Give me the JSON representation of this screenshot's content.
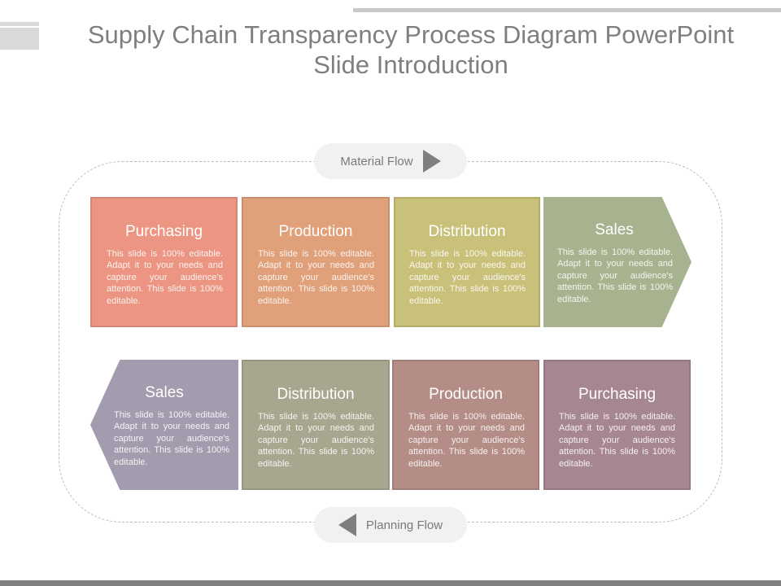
{
  "title": "Supply Chain Transparency Process Diagram PowerPoint Slide Introduction",
  "flows": {
    "material": "Material Flow",
    "planning": "Planning Flow"
  },
  "colors": {
    "purchasing_top": "#ec9583",
    "production_top": "#e0a07a",
    "distribution_top": "#c9c07a",
    "sales_top": "#a6b38e",
    "sales_bottom": "#a39bae",
    "distribution_bottom": "#a8a68f",
    "production_bottom": "#b48d87",
    "purchasing_bottom": "#a7878f"
  },
  "rows": {
    "top": [
      {
        "title": "Purchasing",
        "text": "This slide is 100% editable. Adapt it to your needs and capture your audience's attention. This slide is 100% editable."
      },
      {
        "title": "Production",
        "text": "This slide is 100% editable. Adapt it to your needs and capture your audience's attention. This slide is 100% editable."
      },
      {
        "title": "Distribution",
        "text": "This slide is 100% editable. Adapt it to your needs and capture your audience's attention. This slide is 100% editable."
      },
      {
        "title": "Sales",
        "text": "This slide is 100% editable. Adapt it to your needs and capture your audience's attention. This slide is 100% editable."
      }
    ],
    "bottom": [
      {
        "title": "Sales",
        "text": "This slide is 100% editable. Adapt it to your needs and capture your audience's attention. This slide is 100% editable."
      },
      {
        "title": "Distribution",
        "text": "This slide is 100% editable. Adapt it to your needs and capture your audience's attention. This slide is 100% editable."
      },
      {
        "title": "Production",
        "text": "This slide is 100% editable. Adapt it to your needs and capture your audience's attention. This slide is 100% editable."
      },
      {
        "title": "Purchasing",
        "text": "This slide is 100% editable. Adapt it to your needs and capture your audience's attention. This slide is 100% editable."
      }
    ]
  }
}
